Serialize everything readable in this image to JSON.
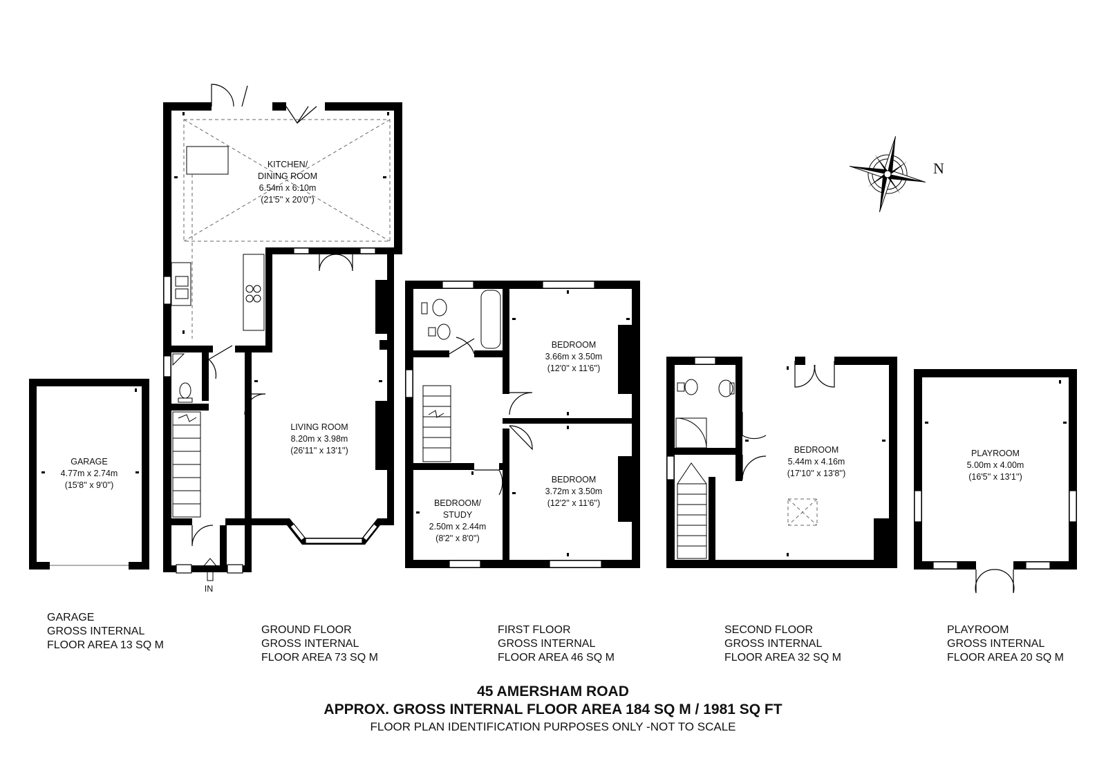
{
  "rooms": {
    "kitchen": {
      "name_1": "KITCHEN/",
      "name_2": "DINING ROOM",
      "metric": "6.54m x 6.10m",
      "imperial": "(21'5'' x 20'0'')"
    },
    "living": {
      "name": "LIVING ROOM",
      "metric": "8.20m x 3.98m",
      "imperial": "(26'11'' x 13'1'')"
    },
    "garage": {
      "name": "GARAGE",
      "metric": "4.77m x 2.74m",
      "imperial": "(15'8'' x 9'0'')"
    },
    "bedroom_ff_1": {
      "name": "BEDROOM",
      "metric": "3.66m x 3.50m",
      "imperial": "(12'0'' x 11'6'')"
    },
    "bedroom_ff_2": {
      "name": "BEDROOM",
      "metric": "3.72m x 3.50m",
      "imperial": "(12'2'' x 11'6'')"
    },
    "study": {
      "name_1": "BEDROOM/",
      "name_2": "STUDY",
      "metric": "2.50m x 2.44m",
      "imperial": "(8'2'' x 8'0'')"
    },
    "bedroom_sf": {
      "name": "BEDROOM",
      "metric": "5.44m x 4.16m",
      "imperial": "(17'10'' x 13'8'')"
    },
    "playroom": {
      "name": "PLAYROOM",
      "metric": "5.00m x 4.00m",
      "imperial": "(16'5'' x 13'1'')"
    }
  },
  "entrance_label": "IN",
  "compass_label": "N",
  "floors": [
    {
      "line1": "GARAGE",
      "line2": "GROSS INTERNAL",
      "line3": "FLOOR AREA 13 SQ M"
    },
    {
      "line1": "GROUND FLOOR",
      "line2": "GROSS INTERNAL",
      "line3": "FLOOR AREA 73 SQ M"
    },
    {
      "line1": "FIRST FLOOR",
      "line2": "GROSS INTERNAL",
      "line3": "FLOOR AREA 46 SQ M"
    },
    {
      "line1": "SECOND FLOOR",
      "line2": "GROSS INTERNAL",
      "line3": "FLOOR AREA 32 SQ M"
    },
    {
      "line1": "PLAYROOM",
      "line2": "GROSS INTERNAL",
      "line3": "FLOOR AREA 20 SQ M"
    }
  ],
  "footer": {
    "address": "45 AMERSHAM ROAD",
    "total_area": "APPROX. GROSS INTERNAL FLOOR AREA 184 SQ M / 1981 SQ FT",
    "disclaimer": "FLOOR PLAN IDENTIFICATION PURPOSES ONLY -NOT TO SCALE"
  }
}
